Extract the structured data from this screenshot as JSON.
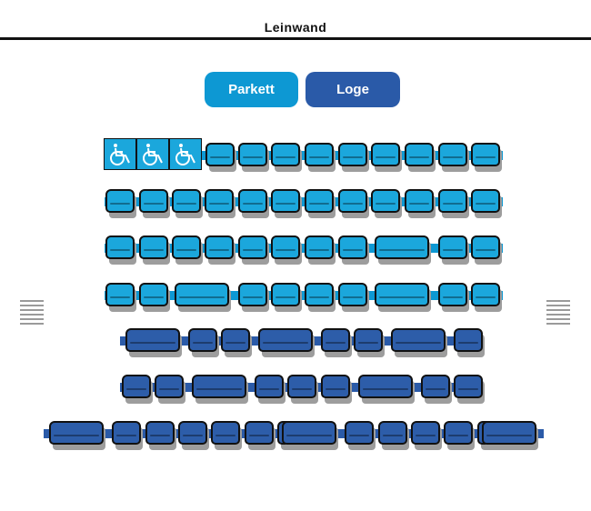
{
  "screen": {
    "label": "Leinwand"
  },
  "tabs": [
    {
      "id": "parkett",
      "label": "Parkett",
      "color": "#0d98d3"
    },
    {
      "id": "loge",
      "label": "Loge",
      "color": "#2a5aa8"
    }
  ],
  "colors": {
    "parkett_seat": "#1ba7dc",
    "parkett_bar": "#0d98d3",
    "loge_seat": "#2d5da9",
    "loge_bar": "#2a5aa8",
    "wheelchair_bg": "#1ba7dc"
  },
  "icons": {
    "wheelchair": "wheelchair-icon",
    "scroll": "hamburger-lines-icon"
  }
}
